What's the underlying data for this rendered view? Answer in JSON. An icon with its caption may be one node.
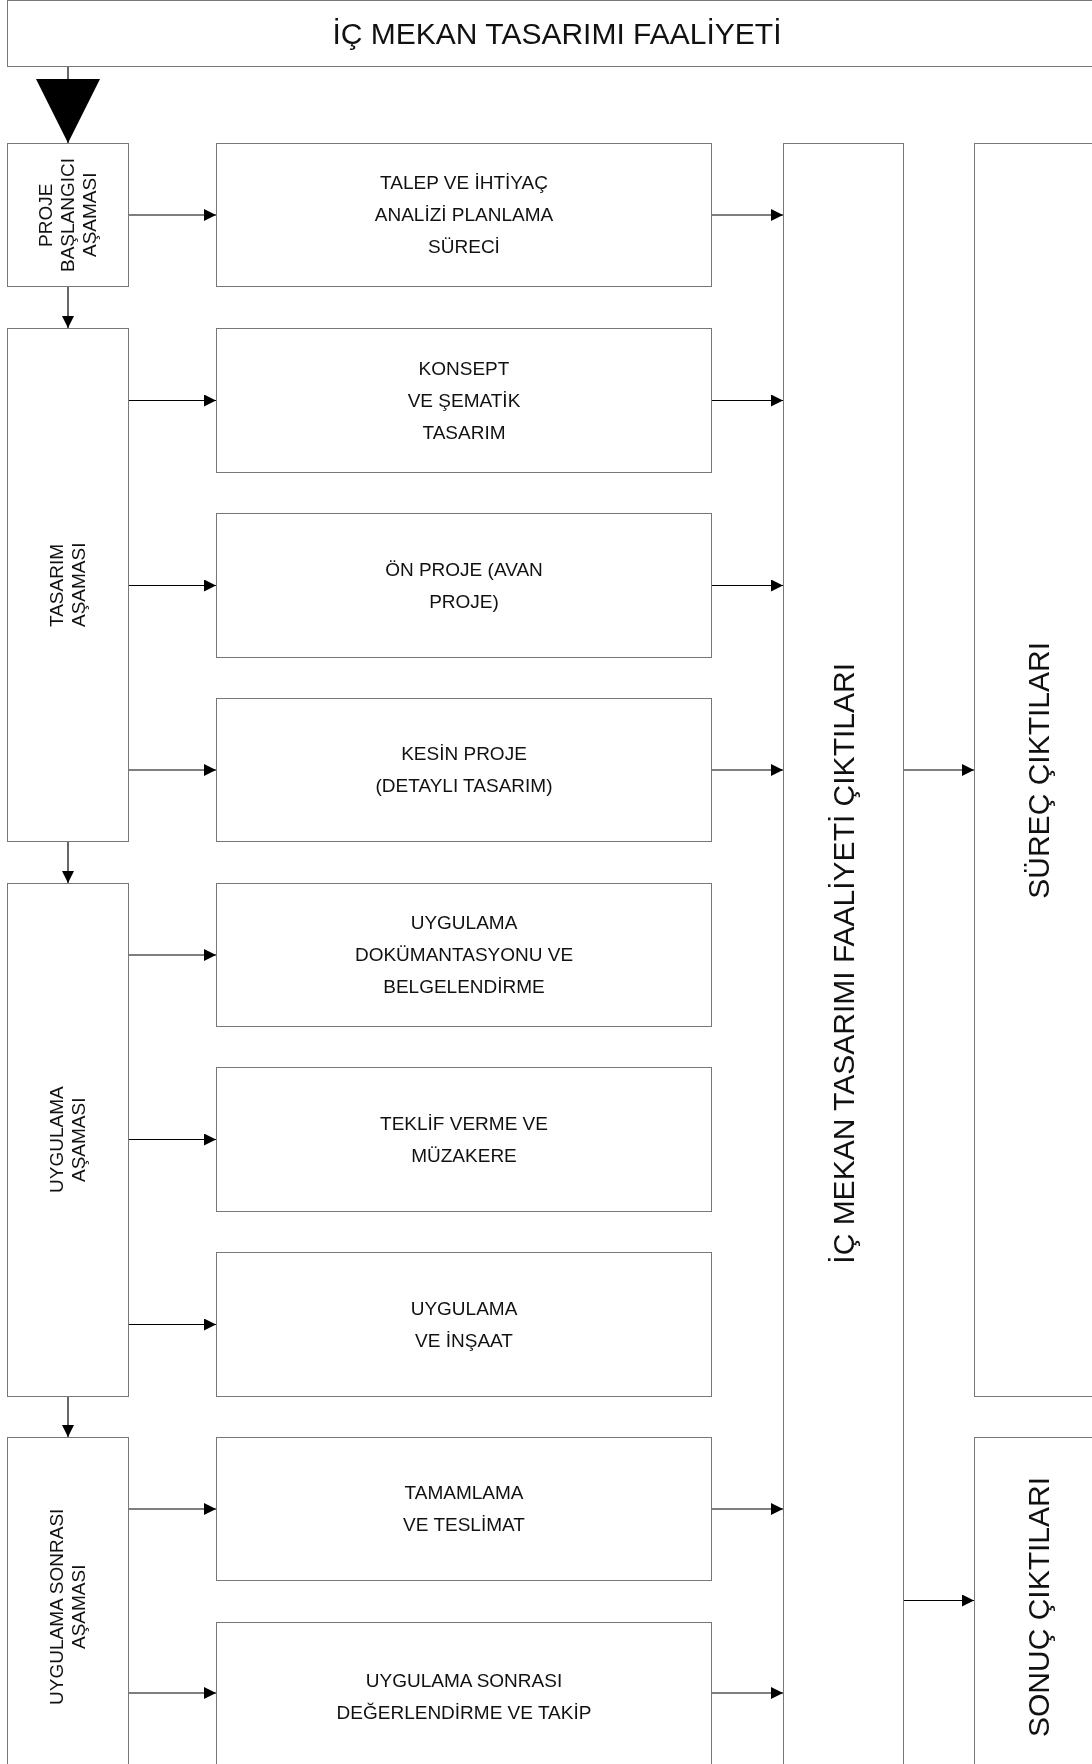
{
  "diagram": {
    "nodes": [
      {
        "text": [
          "İÇ MEKAN TASARIMI FAALİYETİ"
        ]
      },
      {
        "text": [
          "PROJE BAŞLANGICI AŞAMASI"
        ]
      },
      {
        "text": [
          "TALEP VE İHTİYAÇ ANALİZİ PLANLAMA SÜRECİ"
        ]
      },
      {
        "text": [
          "TASARIM AŞAMASI"
        ]
      },
      {
        "text": [
          "KONSEPT VE ŞEMATİK TASARIM"
        ]
      },
      {
        "text": [
          "ÖN PROJE (AVAN PROJE)"
        ]
      },
      {
        "text": [
          "KESİN PROJE (DETAYLI TASARIM)"
        ]
      },
      {
        "text": [
          "UYGULAMA AŞAMASI"
        ]
      },
      {
        "text": [
          "UYGULAMA DOKÜMANTASYONU VE BELGELENDİRME"
        ]
      },
      {
        "text": [
          "TEKLİF VERME VE MÜZAKERE"
        ]
      },
      {
        "text": [
          "UYGULAMA VE İNŞAAT"
        ]
      },
      {
        "text": [
          "UYGULAMA SONRASI AŞAMASI"
        ]
      },
      {
        "text": [
          "TAMAMLAMA VE TESLİMAT"
        ]
      },
      {
        "text": [
          "UYGULAMA SONRASI DEĞERLENDİRME VE TAKİP"
        ]
      },
      {
        "text": [
          "İÇ MEKAN TASARIMI FAALİYETİ ÇIKTILARI"
        ]
      },
      {
        "text": [
          "SÜREÇ ÇIKTILARI"
        ]
      },
      {
        "text": [
          "SONUÇ ÇIKTILARI"
        ]
      }
    ],
    "edges": [
      {
        "from": 0,
        "to": 1,
        "arrow": "to"
      },
      {
        "from": 1,
        "to": 2,
        "arrow": "to"
      },
      {
        "from": 2,
        "to": 14,
        "arrow": "to"
      },
      {
        "from": 1,
        "to": 3,
        "arrow": "to"
      },
      {
        "from": 3,
        "to": 4,
        "arrow": "to"
      },
      {
        "from": 4,
        "to": 14,
        "arrow": "to"
      },
      {
        "from": 3,
        "to": 5,
        "arrow": "to"
      },
      {
        "from": 5,
        "to": 14,
        "arrow": "to"
      },
      {
        "from": 3,
        "to": 6,
        "arrow": "to"
      },
      {
        "from": 6,
        "to": 14,
        "arrow": "to"
      },
      {
        "from": 3,
        "to": 7,
        "arrow": "to"
      },
      {
        "from": 7,
        "to": 8,
        "arrow": "to"
      },
      {
        "from": 7,
        "to": 9,
        "arrow": "to"
      },
      {
        "from": 7,
        "to": 10,
        "arrow": "to"
      },
      {
        "from": 7,
        "to": 11,
        "arrow": "to"
      },
      {
        "from": 11,
        "to": 12,
        "arrow": "to"
      },
      {
        "from": 12,
        "to": 14,
        "arrow": "to"
      },
      {
        "from": 11,
        "to": 13,
        "arrow": "to"
      },
      {
        "from": 13,
        "to": 14,
        "arrow": "to"
      },
      {
        "from": 14,
        "to": 15,
        "arrow": "to"
      },
      {
        "from": 14,
        "to": 16,
        "arrow": "to"
      }
    ]
  }
}
